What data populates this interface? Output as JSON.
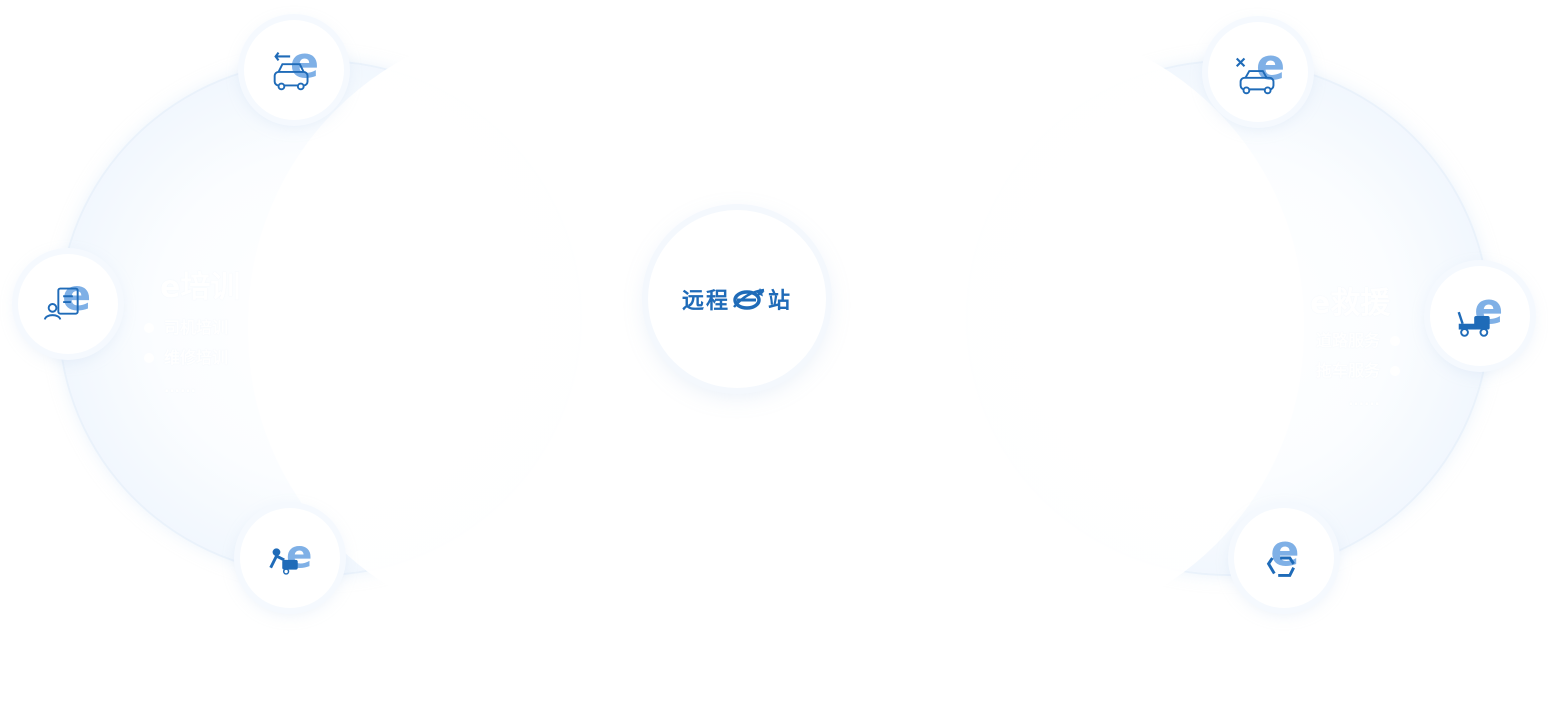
{
  "center": {
    "label": "远程",
    "label_tail": "站",
    "brand_color": "#1f6bb8"
  },
  "left_section": {
    "title": "e培训",
    "items": [
      "司机培训",
      "维修培训"
    ],
    "more": "......"
  },
  "right_section": {
    "title": "e救援",
    "items": [
      "道路服务",
      "拖车服务"
    ],
    "more": "......"
  },
  "nodes": [
    {
      "id": "repair",
      "icon": "car-repair-wrench-icon"
    },
    {
      "id": "training",
      "icon": "driver-training-icon"
    },
    {
      "id": "maintenance",
      "icon": "car-maintenance-icon"
    },
    {
      "id": "insurance",
      "icon": "car-service-icon"
    },
    {
      "id": "rescue",
      "icon": "tow-truck-icon"
    },
    {
      "id": "recycle",
      "icon": "recycle-icon"
    }
  ],
  "colors": {
    "icon_blue": "#1f6bb8",
    "icon_light": "#7fb0e6",
    "halo": "#e8f1fc"
  }
}
